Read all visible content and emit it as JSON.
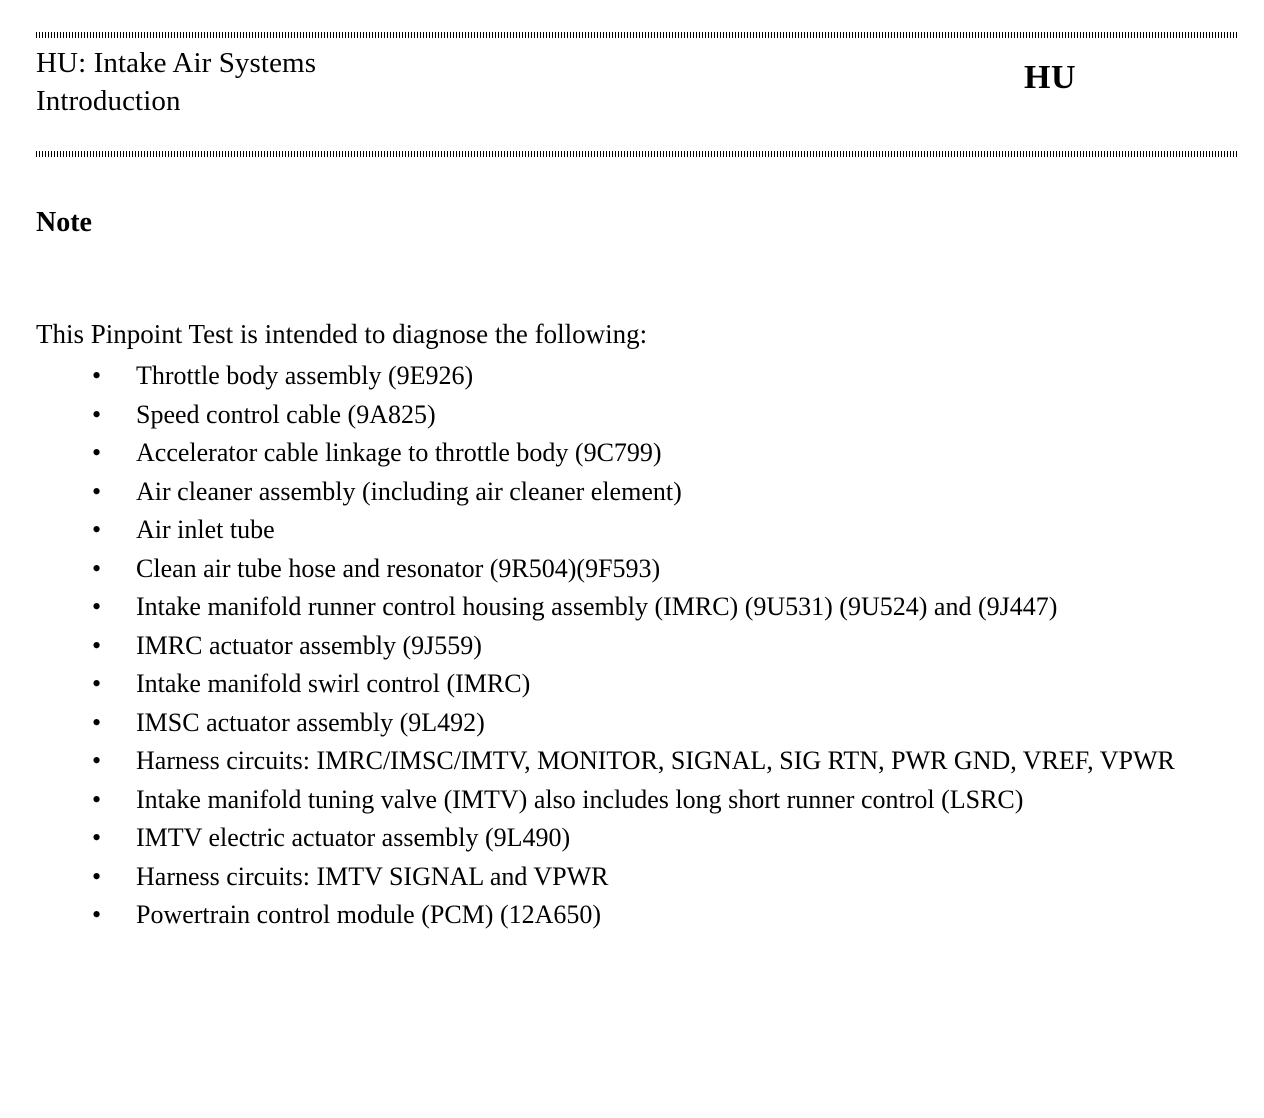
{
  "document": {
    "header": {
      "title_line_1": "HU: Intake Air Systems",
      "title_line_2": "Introduction",
      "section_code": "HU",
      "rule_color": "#000000"
    },
    "body": {
      "note_heading": "Note",
      "intro_paragraph": "This Pinpoint Test is intended to diagnose the following:",
      "bullet_marker": "•",
      "bullets": [
        {
          "text": "Throttle body assembly (9E926)"
        },
        {
          "text": "Speed control cable (9A825)"
        },
        {
          "text": "Accelerator cable linkage to throttle body (9C799)"
        },
        {
          "text": "Air cleaner assembly (including air cleaner element)"
        },
        {
          "text": "Air inlet tube"
        },
        {
          "text": "Clean air tube hose and resonator (9R504)(9F593)"
        },
        {
          "text": "Intake manifold runner control housing assembly (IMRC) (9U531) (9U524) and (9J447)"
        },
        {
          "text": "IMRC actuator assembly (9J559)"
        },
        {
          "text": "Intake manifold swirl control (IMRC)"
        },
        {
          "text": "IMSC actuator assembly (9L492)"
        },
        {
          "text": "Harness circuits: IMRC/IMSC/IMTV, MONITOR, SIGNAL, SIG RTN, PWR GND, VREF, VPWR"
        },
        {
          "text": "Intake manifold tuning valve (IMTV) also includes long short runner control (LSRC)"
        },
        {
          "text": "IMTV electric actuator assembly (9L490)"
        },
        {
          "text": "Harness circuits: IMTV SIGNAL and VPWR"
        },
        {
          "text": "Powertrain control module (PCM) (12A650)"
        }
      ]
    }
  }
}
